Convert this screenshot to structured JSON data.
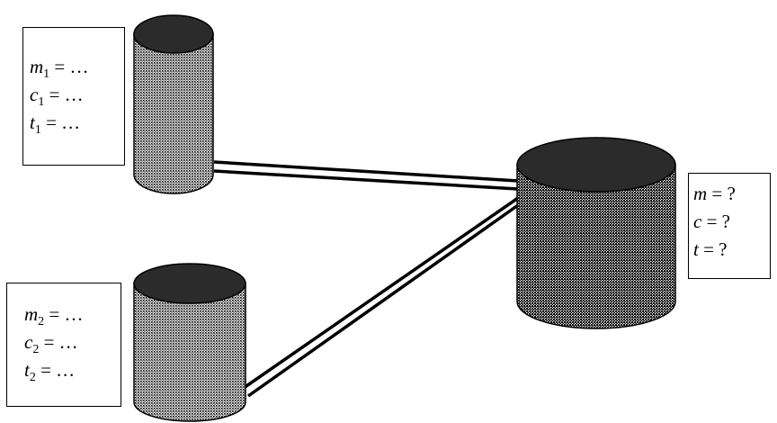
{
  "diagram": {
    "colors": {
      "top": "#2b2b2b",
      "body_dots": "#000000",
      "body_bg": "#ffffff",
      "stroke": "#000000"
    },
    "boxes": {
      "tank1": {
        "lines": [
          {
            "var": "m",
            "sub": "1",
            "rest": " = …"
          },
          {
            "var": "c",
            "sub": "1",
            "rest": " = …"
          },
          {
            "var": "t",
            "sub": "1",
            "rest": " = …"
          }
        ]
      },
      "tank2": {
        "lines": [
          {
            "var": "m",
            "sub": "2",
            "rest": " = …"
          },
          {
            "var": "c",
            "sub": "2",
            "rest": " = …"
          },
          {
            "var": "t",
            "sub": "2",
            "rest": " = …"
          }
        ]
      },
      "mix": {
        "lines": [
          {
            "var": "m",
            "sub": "",
            "rest": " = ?"
          },
          {
            "var": "c",
            "sub": "",
            "rest": " = ?"
          },
          {
            "var": "t",
            "sub": "",
            "rest": " = ?"
          }
        ]
      }
    }
  }
}
